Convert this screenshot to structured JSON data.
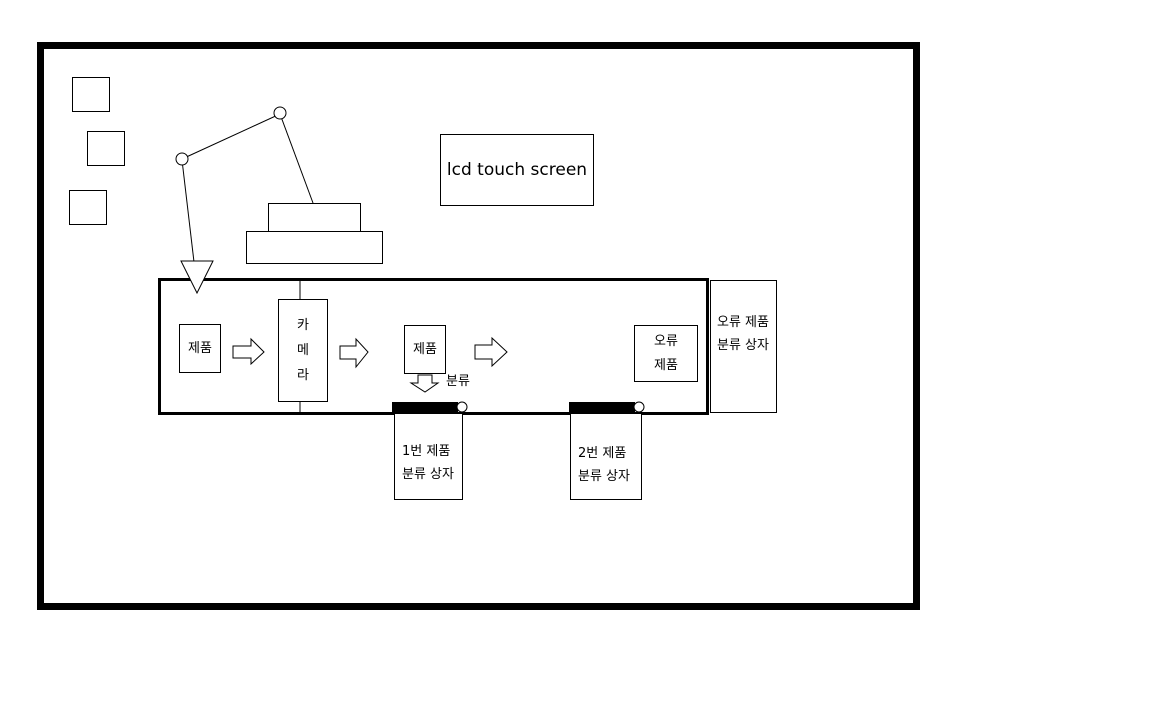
{
  "lcd": {
    "label": "lcd touch screen"
  },
  "conveyor": {
    "product_1": "제품",
    "camera": [
      "카",
      "메",
      "라"
    ],
    "product_2": "제품",
    "sort_label": "분류",
    "error_product": [
      "오류",
      "제품"
    ]
  },
  "bins": {
    "bin1": [
      "1번 제품",
      "분류 상자"
    ],
    "bin2": [
      "2번 제품",
      "분류 상자"
    ],
    "error_bin": [
      "오류 제품",
      "분류 상자"
    ]
  }
}
